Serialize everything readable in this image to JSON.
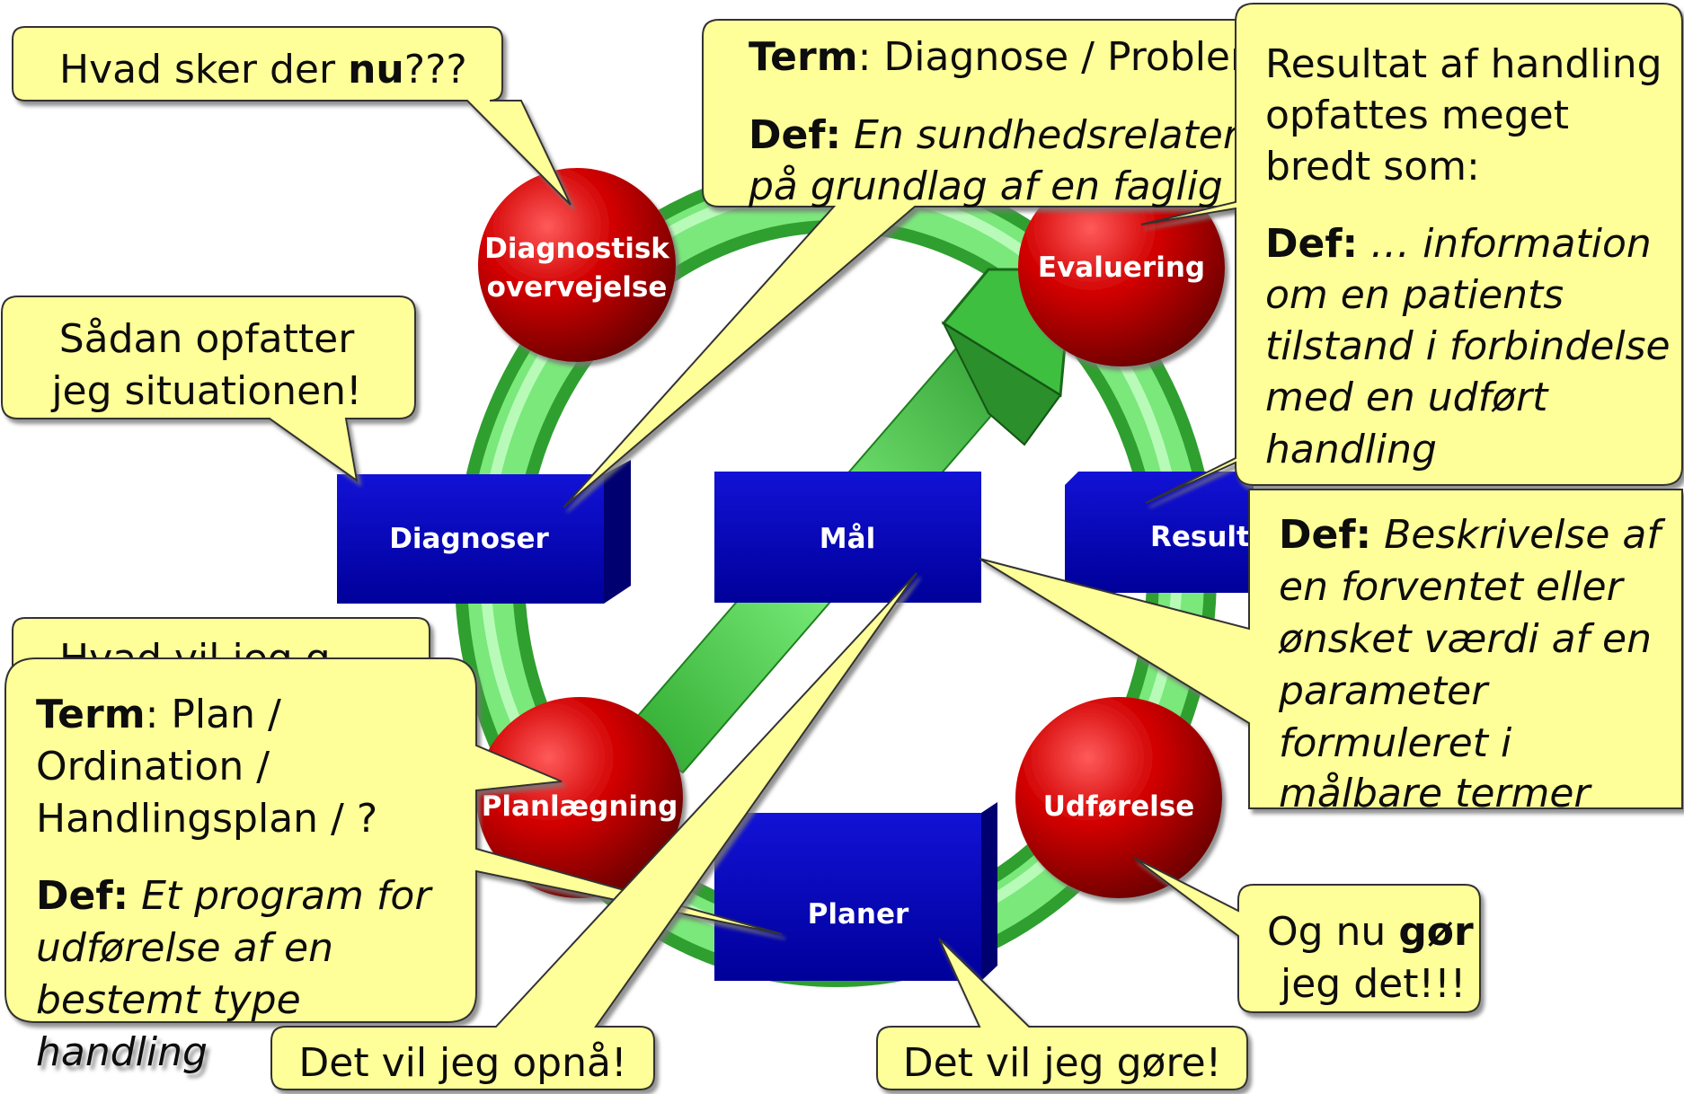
{
  "nodes": {
    "diagnostisk_line1": "Diagnostisk",
    "diagnostisk_line2": "overvejelse",
    "evaluering": "Evaluering",
    "planlaegning": "Planlægning",
    "udforelse": "Udførelse",
    "diagnoser": "Diagnoser",
    "maal": "Mål",
    "resultater_visible": "Result",
    "planer": "Planer"
  },
  "bubbles": {
    "nu": {
      "pre": "Hvad sker der ",
      "bold": "nu",
      "post": "???"
    },
    "saadan": {
      "line1": "Sådan opfatter",
      "line2": "jeg situationen!"
    },
    "diagnose_term": {
      "term_label": "Term",
      "term_rest": ": Diagnose / Probler",
      "def_label": "Def:",
      "def_line1": " En sundhedsrelatere",
      "def_line2": "på grundlag af en faglig v"
    },
    "resultat": {
      "line1": "Resultat af handling",
      "line2": "opfattes meget",
      "line3": "bredt som:",
      "def_label": "Def:",
      "def_line1": " … information",
      "def_line2": "om en patients",
      "def_line3": "tilstand i forbindelse",
      "def_line4": "med en udført",
      "def_line5": "handling"
    },
    "maal_def": {
      "def_label": "Def:",
      "line1": " Beskrivelse af",
      "line2": "en forventet eller",
      "line3": "ønsket værdi af en",
      "line4": "parameter",
      "line5": "formuleret i",
      "line6": "målbare termer"
    },
    "plan_term": {
      "term_label": "Term",
      "term_line1": ": Plan /",
      "term_line2": "Ordination /",
      "term_line3": "Handlingsplan / ?",
      "def_label": "Def:",
      "def_line1": " Et program for",
      "def_line2": "udførelse af en",
      "def_line3": "bestemt type",
      "def_line4": "handling"
    },
    "obscured_peek": "Hvad vil jeg g",
    "goer": {
      "line1_pre": "Og nu ",
      "line1_bold": "gør",
      "line2": "jeg det!!!"
    },
    "opnaa": "Det vil jeg opnå!",
    "goere": "Det vil jeg gøre!"
  },
  "colors": {
    "bubble_fill": "#ffff99",
    "node_red": "#cc0000",
    "box_blue": "#0a0ab8",
    "ring_green": "#66dd66"
  }
}
